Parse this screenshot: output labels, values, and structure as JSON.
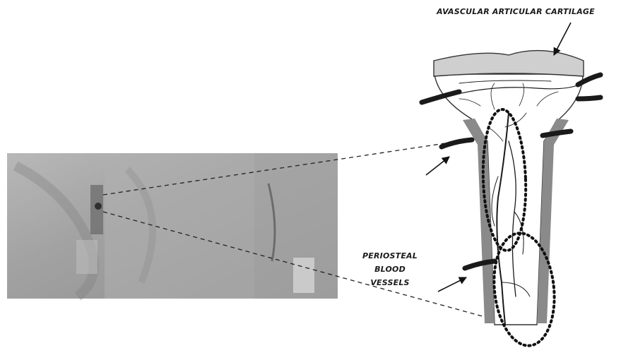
{
  "labels": {
    "cartilage": "AVASCULAR ARTICULAR CARTILAGE",
    "periosteal": [
      "PERIOSTEAL",
      "BLOOD",
      "VESSELS"
    ]
  },
  "colors": {
    "cartilage_fill": "#cfcfcf",
    "cortex_fill": "#8a8a8a",
    "vessel": "#1a1a1a",
    "photo_bg": "#9c9c9c"
  },
  "icons": {
    "arrow": "arrow-icon",
    "dotted_loop": "dotted-ellipse-icon"
  }
}
